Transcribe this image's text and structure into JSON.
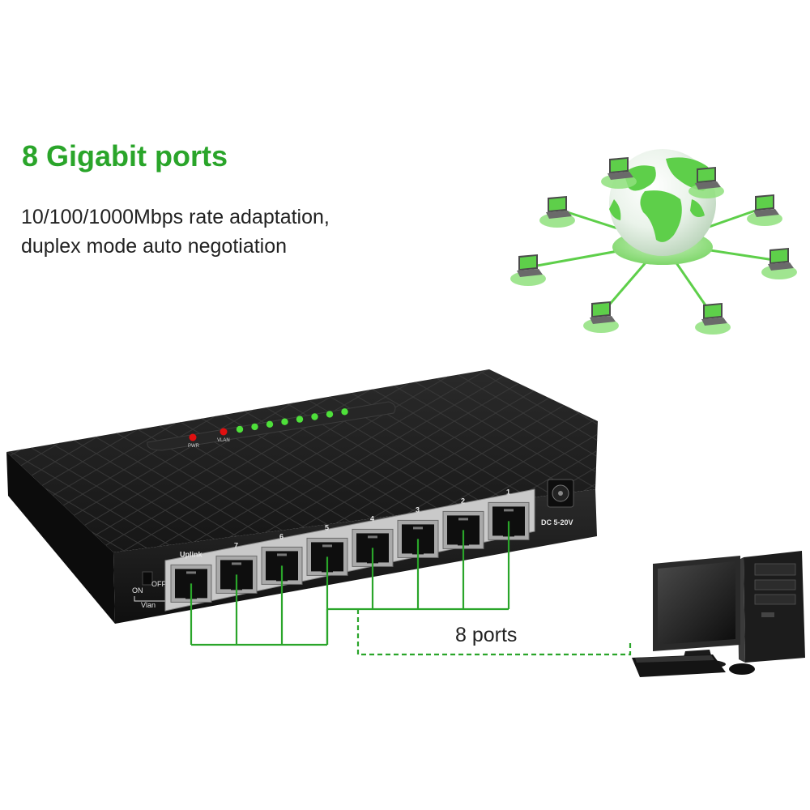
{
  "headline": "8 Gigabit ports",
  "description": {
    "line1": "10/100/1000Mbps rate adaptation,",
    "line2": "duplex mode auto negotiation"
  },
  "switch": {
    "port_labels": [
      "Uplink",
      "7",
      "6",
      "5",
      "4",
      "3",
      "2",
      "1"
    ],
    "power_label": "DC 5-20V",
    "vlan_switch": {
      "on": "ON",
      "off": "OFF",
      "label": "Vlan"
    },
    "led_labels": [
      "PWR",
      "VLAN"
    ]
  },
  "callout": "8 ports",
  "colors": {
    "accent": "#2aa52a",
    "text": "#222222",
    "device": "#1e1e1e",
    "globe_green": "#5ecf4a"
  },
  "icons": [
    "globe-network-icon",
    "laptop-icon",
    "desktop-computer-icon"
  ]
}
